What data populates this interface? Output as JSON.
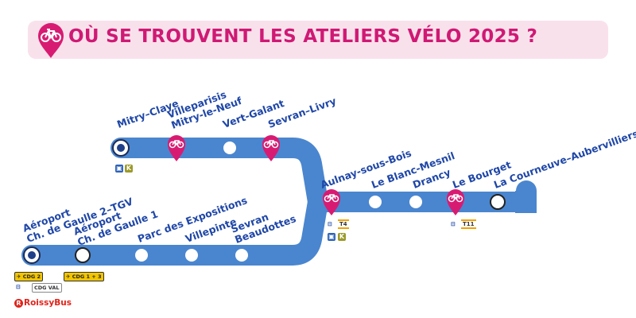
{
  "header": {
    "title": "OÙ SE TROUVENT LES ATELIERS VÉLO 2025 ?",
    "icon": "bike-location-pin-icon"
  },
  "colors": {
    "line": "#4a86cf",
    "accent_pink": "#d81b72",
    "banner_bg": "#f9e1ec",
    "label_blue": "#1f47a8"
  },
  "map": {
    "branch_top": {
      "stations": [
        {
          "lines": [
            "Mitry–Claye"
          ],
          "workshop": false,
          "terminus": true
        },
        {
          "lines": [
            "Villeparisis",
            "Mitry-le-Neuf"
          ],
          "workshop": true
        },
        {
          "lines": [
            "Vert-Galant"
          ],
          "workshop": false
        },
        {
          "lines": [
            "Sevran–Livry"
          ],
          "workshop": true
        }
      ]
    },
    "branch_bottom": {
      "stations": [
        {
          "lines": [
            "Aéroport",
            "Ch. de Gaulle 2–TGV"
          ],
          "workshop": false,
          "terminus": true
        },
        {
          "lines": [
            "Aéroport",
            "Ch. de Gaulle 1"
          ],
          "workshop": false
        },
        {
          "lines": [
            "Parc des Expositions"
          ],
          "workshop": false
        },
        {
          "lines": [
            "Villepinte"
          ],
          "workshop": false
        },
        {
          "lines": [
            "Sevran",
            "Beaudottes"
          ],
          "workshop": false
        }
      ]
    },
    "trunk": {
      "stations": [
        {
          "lines": [
            "Aulnay-sous-Bois"
          ],
          "workshop": true
        },
        {
          "lines": [
            "Le Blanc-Mesnil"
          ],
          "workshop": false
        },
        {
          "lines": [
            "Drancy"
          ],
          "workshop": false
        },
        {
          "lines": [
            "Le Bourget"
          ],
          "workshop": true
        },
        {
          "lines": [
            "La Courneuve–Aubervilliers"
          ],
          "workshop": false
        }
      ]
    },
    "connections": {
      "mitry_k": "K",
      "aulnay_tram": "T4",
      "aulnay_k": "K",
      "bourget_tram": "T11",
      "cdg2": "CDG 2",
      "cdg_val": "CDG VAL",
      "cdg13": "CDG 1 + 3",
      "roissybus": "RoissyBus",
      "roissybus_logo": "R"
    }
  }
}
